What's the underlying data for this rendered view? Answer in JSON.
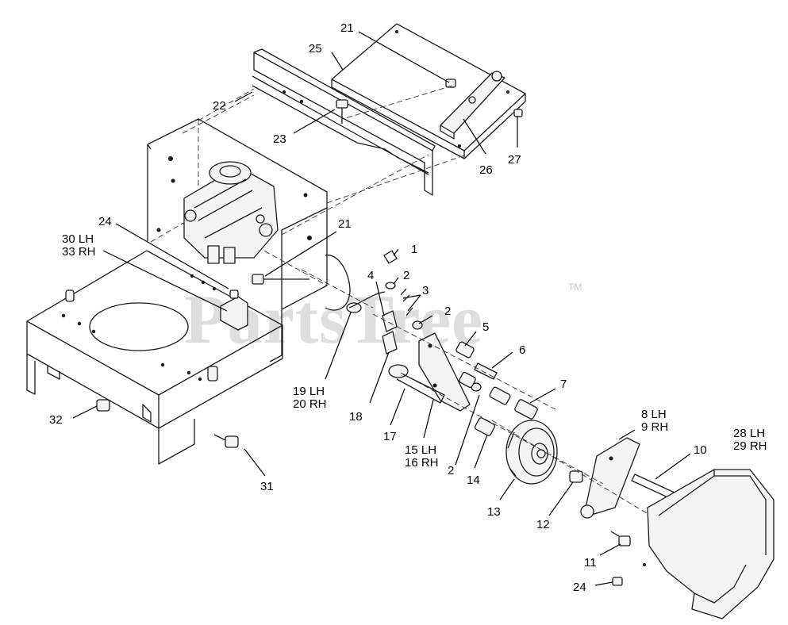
{
  "watermark": {
    "text": "PartsTree",
    "mark": "TM"
  },
  "callouts": {
    "c21a": "21",
    "c25": "25",
    "c22": "22",
    "c23": "23",
    "c26": "26",
    "c27": "27",
    "c24a": "24",
    "c21b": "21",
    "c30": "30 LH",
    "c33": "33 RH",
    "c1": "1",
    "c2a": "2",
    "c4": "4",
    "c3": "3",
    "c2b": "2",
    "c5": "5",
    "c6": "6",
    "c7": "7",
    "c19": "19 LH",
    "c20": "20 RH",
    "c18": "18",
    "c17": "17",
    "c15": "15 LH",
    "c16": "16 RH",
    "c2c": "2",
    "c14": "14",
    "c8": "8 LH",
    "c9": "9 RH",
    "c28": "28 LH",
    "c29": "29 RH",
    "c10": "10",
    "c13": "13",
    "c12": "12",
    "c11": "11",
    "c24b": "24",
    "c32": "32",
    "c31": "31"
  }
}
